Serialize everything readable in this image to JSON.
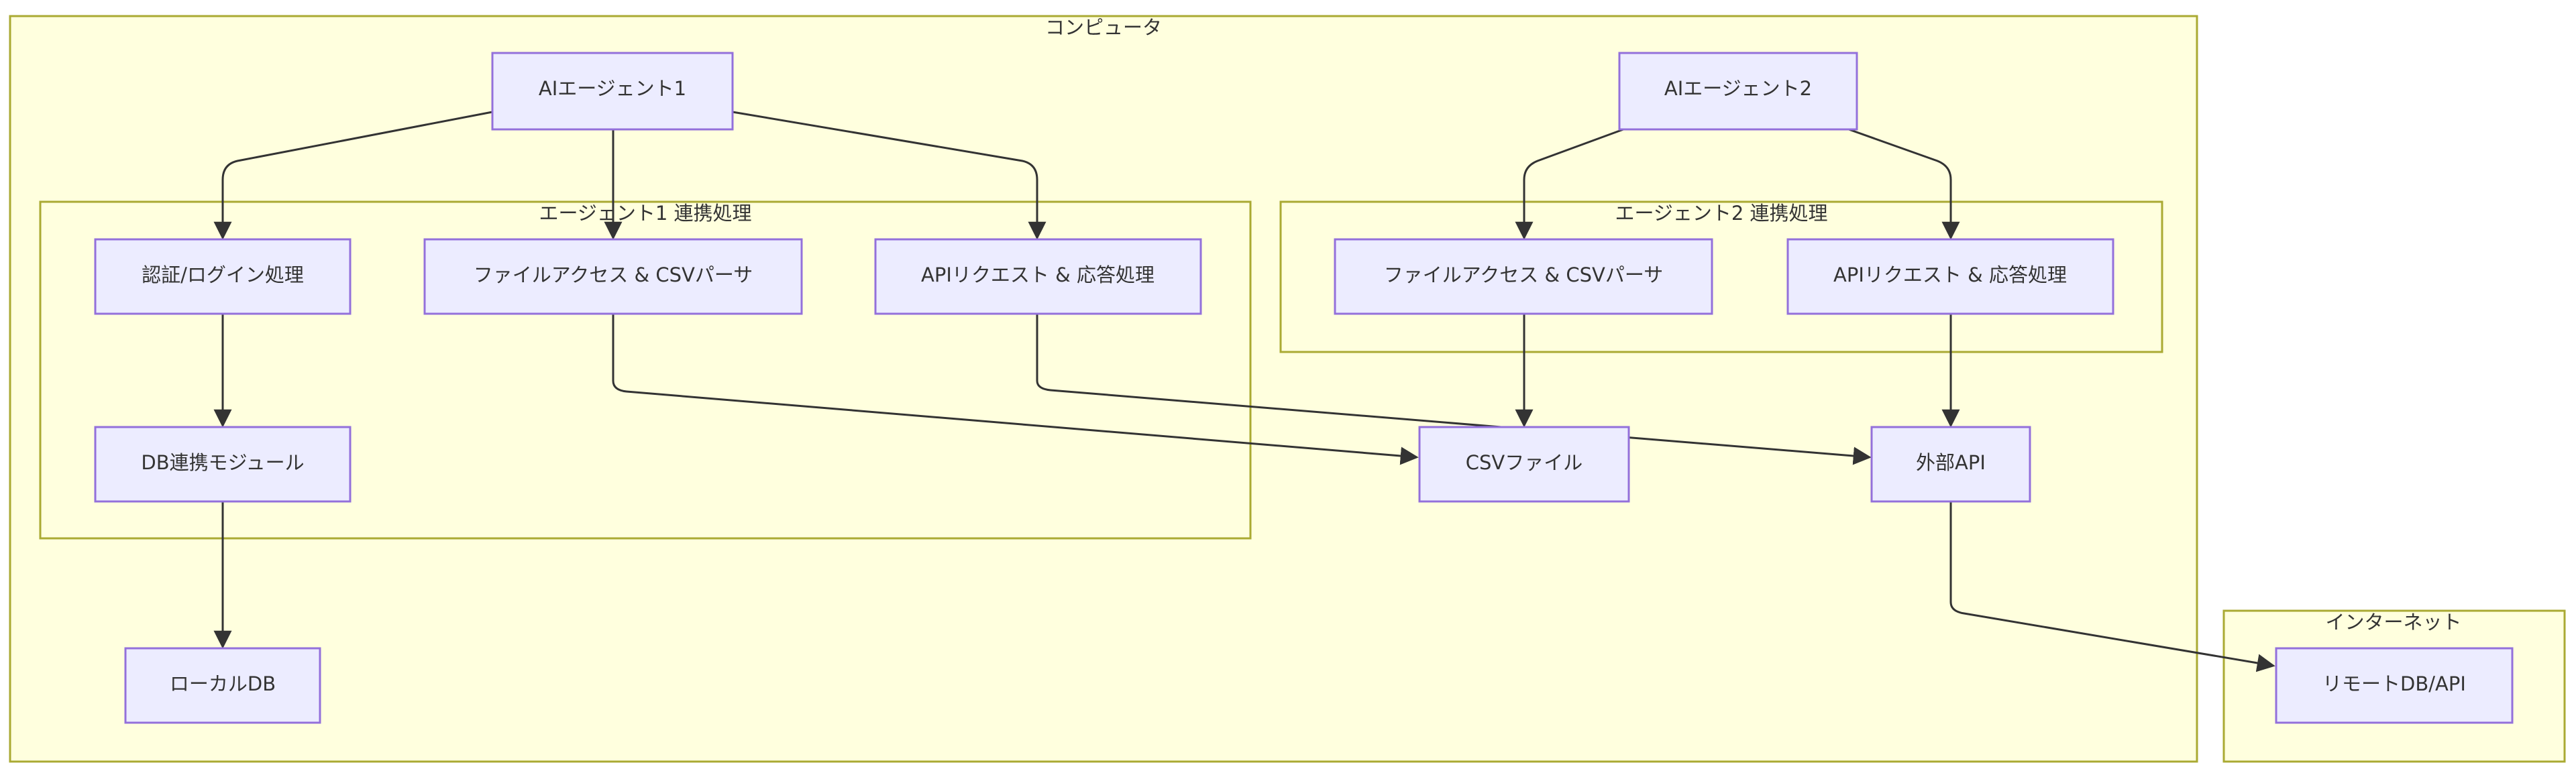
{
  "diagram": {
    "clusters": {
      "computer": "コンピュータ",
      "agent1_group": "エージェント1 連携処理",
      "agent2_group": "エージェント2 連携処理",
      "internet": "インターネット"
    },
    "nodes": {
      "agent1": "AIエージェント1",
      "agent2": "AIエージェント2",
      "auth": "認証/ログイン処理",
      "file_access_1": "ファイルアクセス & CSVパーサ",
      "api_request_1": "APIリクエスト & 応答処理",
      "db_module": "DB連携モジュール",
      "local_db": "ローカルDB",
      "file_access_2": "ファイルアクセス & CSVパーサ",
      "api_request_2": "APIリクエスト & 応答処理",
      "csv_file": "CSVファイル",
      "external_api": "外部API",
      "remote_db_api": "リモートDB/API"
    },
    "edges": [
      {
        "from": "agent1",
        "to": "auth"
      },
      {
        "from": "agent1",
        "to": "file_access_1"
      },
      {
        "from": "agent1",
        "to": "api_request_1"
      },
      {
        "from": "auth",
        "to": "db_module"
      },
      {
        "from": "db_module",
        "to": "local_db"
      },
      {
        "from": "file_access_1",
        "to": "csv_file"
      },
      {
        "from": "api_request_1",
        "to": "external_api"
      },
      {
        "from": "agent2",
        "to": "file_access_2"
      },
      {
        "from": "agent2",
        "to": "api_request_2"
      },
      {
        "from": "file_access_2",
        "to": "csv_file"
      },
      {
        "from": "api_request_2",
        "to": "external_api"
      },
      {
        "from": "external_api",
        "to": "remote_db_api"
      }
    ],
    "colors": {
      "cluster_fill": "#ffffde",
      "cluster_stroke": "#aaaa33",
      "node_fill": "#ececff",
      "node_stroke": "#9370db",
      "edge": "#333333"
    }
  }
}
